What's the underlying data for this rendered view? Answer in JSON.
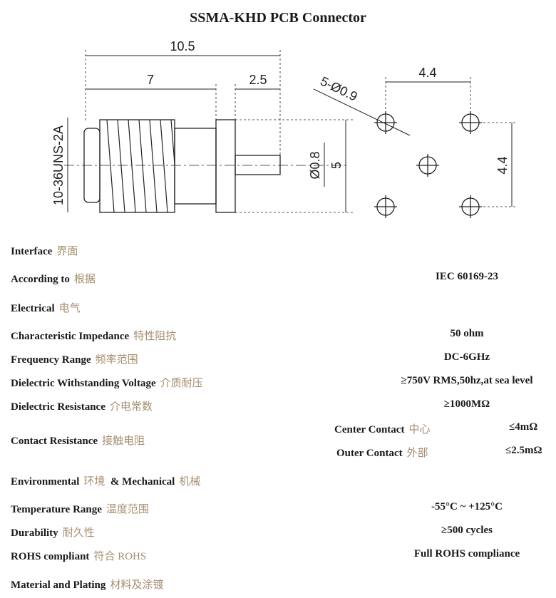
{
  "title": "SSMA-KHD PCB Connector",
  "drawing": {
    "overall": "10.5",
    "thread_len": "7",
    "flange": "2.5",
    "thread": "10-36UNS-2A",
    "pin_dia": "Ø0.8",
    "height": "5",
    "holes": "5-Ø0.9",
    "pitch_x": "4.4",
    "pitch_y": "4.4"
  },
  "specs": [
    {
      "label": "Interface",
      "cn": "界面",
      "value": ""
    },
    {
      "label": "According to",
      "cn": "根据",
      "value": "IEC 60169-23"
    },
    {
      "label": "Electrical",
      "cn": "电气",
      "value": ""
    },
    {
      "label": "Characteristic Impedance",
      "cn": "特性阻抗",
      "value": "50 ohm"
    },
    {
      "label": "Frequency Range",
      "cn": "频率范围",
      "value": "DC-6GHz"
    },
    {
      "label": "Dielectric Withstanding Voltage",
      "cn": "介质耐压",
      "value": "≥750V RMS,50hz,at sea level"
    },
    {
      "label": "Dielectric Resistance",
      "cn": "介电常数",
      "value": "≥1000MΩ"
    },
    {
      "label": "Contact Resistance",
      "cn": "接触电阻",
      "value": ""
    },
    {
      "label": "Environmental",
      "cn": "环境",
      "value": ""
    },
    {
      "label": "Temperature Range",
      "cn": "温度范围",
      "value": "-55°C ~ +125°C"
    },
    {
      "label": "Durability",
      "cn": "耐久性",
      "value": "≥500 cycles"
    },
    {
      "label": "ROHS compliant",
      "cn": "符合 ROHS",
      "value": "Full ROHS compliance"
    },
    {
      "label": "Material and Plating",
      "cn": "材料及涂镀",
      "value": ""
    }
  ],
  "mechanical": {
    "label": "& Mechanical",
    "cn": "机械"
  },
  "contact": {
    "center_label": "Center Contact",
    "center_cn": "中心",
    "center_value": "≤4mΩ",
    "outer_label": "Outer Contact",
    "outer_cn": "外部",
    "outer_value": "≤2.5mΩ"
  }
}
